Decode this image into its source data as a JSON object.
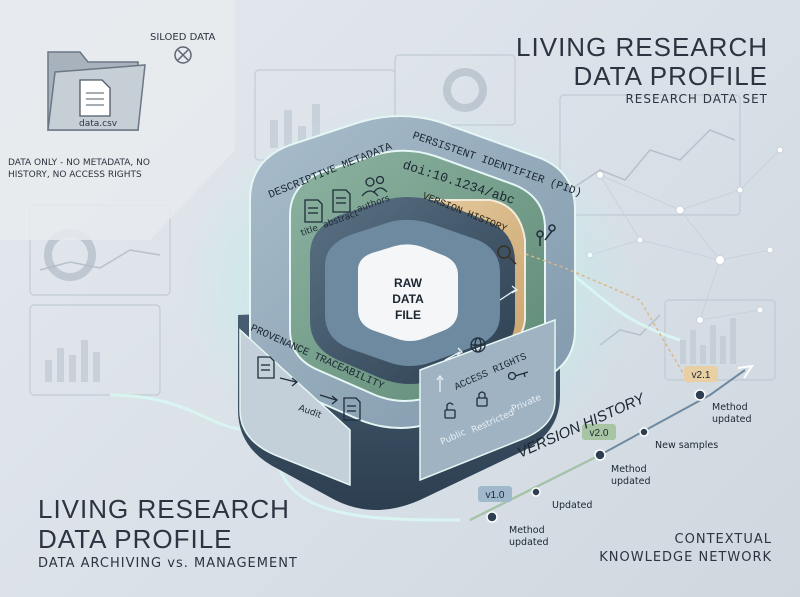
{
  "titles": {
    "main_title_line1": "LIVING RESEARCH",
    "main_title_line2": "DATA PROFILE",
    "main_subtitle": "RESEARCH DATA SET",
    "bottom_title_line1": "LIVING RESEARCH",
    "bottom_title_line2": "DATA PROFILE",
    "bottom_subtitle": "DATA ARCHIVING vs. MANAGEMENT"
  },
  "siloed": {
    "label": "SILOED DATA",
    "file_name": "data.csv",
    "caption_line1": "DATA ONLY - NO METADATA, NO",
    "caption_line2": "HISTORY, NO ACCESS RIGHTS"
  },
  "layers": {
    "descriptive_metadata": "DESCRIPTIVE METADATA",
    "title_label": "title",
    "abstract_label": "abstract",
    "authors_label": "authors",
    "pid_label": "PERSISTENT IDENTIFIER (PID)",
    "pid_value": "doi:10.1234/abc",
    "version_history": "VERSION HISTORY",
    "core_line1": "RAW",
    "core_line2": "DATA",
    "core_line3": "FILE",
    "provenance": "PROVENANCE TRACEABILITY",
    "audit": "Audit",
    "access_rights": "ACCESS RIGHTS",
    "public": "Public",
    "restricted": "Restricted",
    "private": "Private"
  },
  "timeline": {
    "title": "VERSION HISTORY",
    "versions": [
      {
        "label": "v1.0",
        "note1": "Method",
        "note2": "updated"
      },
      {
        "label": "v2.0",
        "note1": "Method",
        "note2": "updated"
      },
      {
        "label": "v2.1",
        "note1": "Method",
        "note2": "updated"
      }
    ],
    "updated_label": "Updated",
    "new_samples_label": "New samples"
  },
  "network": {
    "line1": "CONTEXTUAL",
    "line2": "KNOWLEDGE NETWORK"
  },
  "colors": {
    "core_bg": "#f4f6f8",
    "layer_dark": "#34495f",
    "layer_blue": "#8fa7ba",
    "layer_green": "#6f9a86",
    "layer_gold": "#d9b887",
    "glow": "#b9f0ea"
  }
}
